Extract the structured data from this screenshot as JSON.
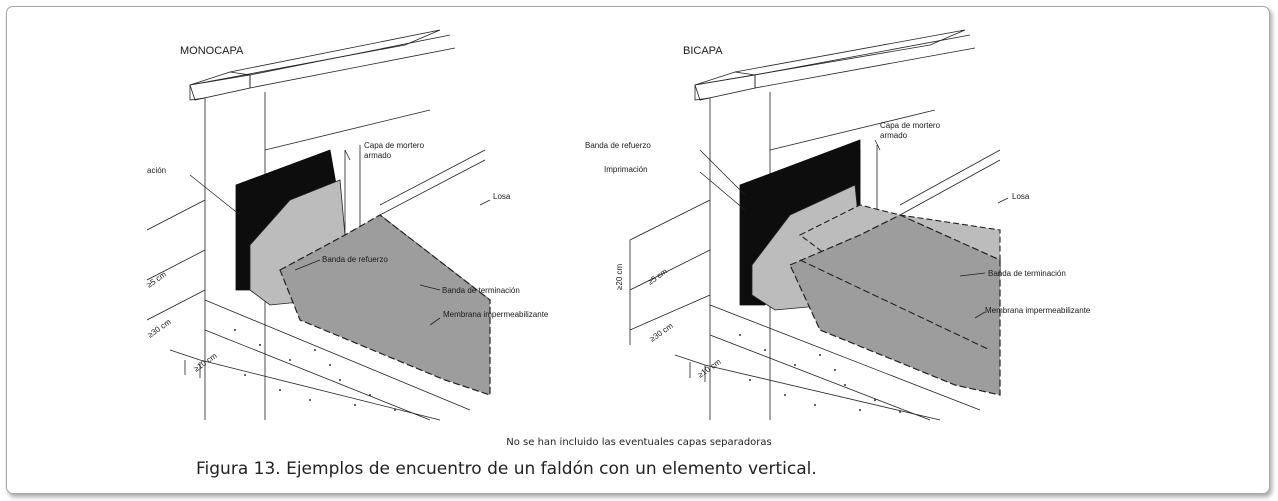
{
  "monocapa": {
    "title": "MONOCAPA",
    "labels": {
      "imprimacion": "ación",
      "capa_mortero_1": "Capa de mortero",
      "capa_mortero_2": "armado",
      "losa": "Losa",
      "banda_refuerzo": "Banda de refuerzo",
      "banda_terminacion": "Banda de terminación",
      "membrana": "Membrana impermeabilizante",
      "dim_5": "≥5 cm",
      "dim_30": "≥30 cm",
      "dim_10": "≥10 cm"
    }
  },
  "bicapa": {
    "title": "BICAPA",
    "labels": {
      "banda_refuerzo": "Banda de refuerzo",
      "imprimacion": "Imprimación",
      "capa_mortero_1": "Capa de mortero",
      "capa_mortero_2": "armado",
      "losa": "Losa",
      "banda_terminacion": "Banda de terminación",
      "membrana": "Membrana impermeabilizante",
      "dim_20": "≥20 cm",
      "dim_5": "≥5 cm",
      "dim_30": "≥30 cm",
      "dim_10": "≥10 cm"
    }
  },
  "note": "No se han incluido las eventuales capas separadoras",
  "caption": "Figura 13. Ejemplos de encuentro de un faldón con un elemento vertical.",
  "colors": {
    "frame_border": "#a8a8a8",
    "membrane_gray": "#9d9d9d",
    "reinforcement_gray": "#bcbcbc",
    "primer_black": "#0d0d0d",
    "line": "#222222"
  }
}
